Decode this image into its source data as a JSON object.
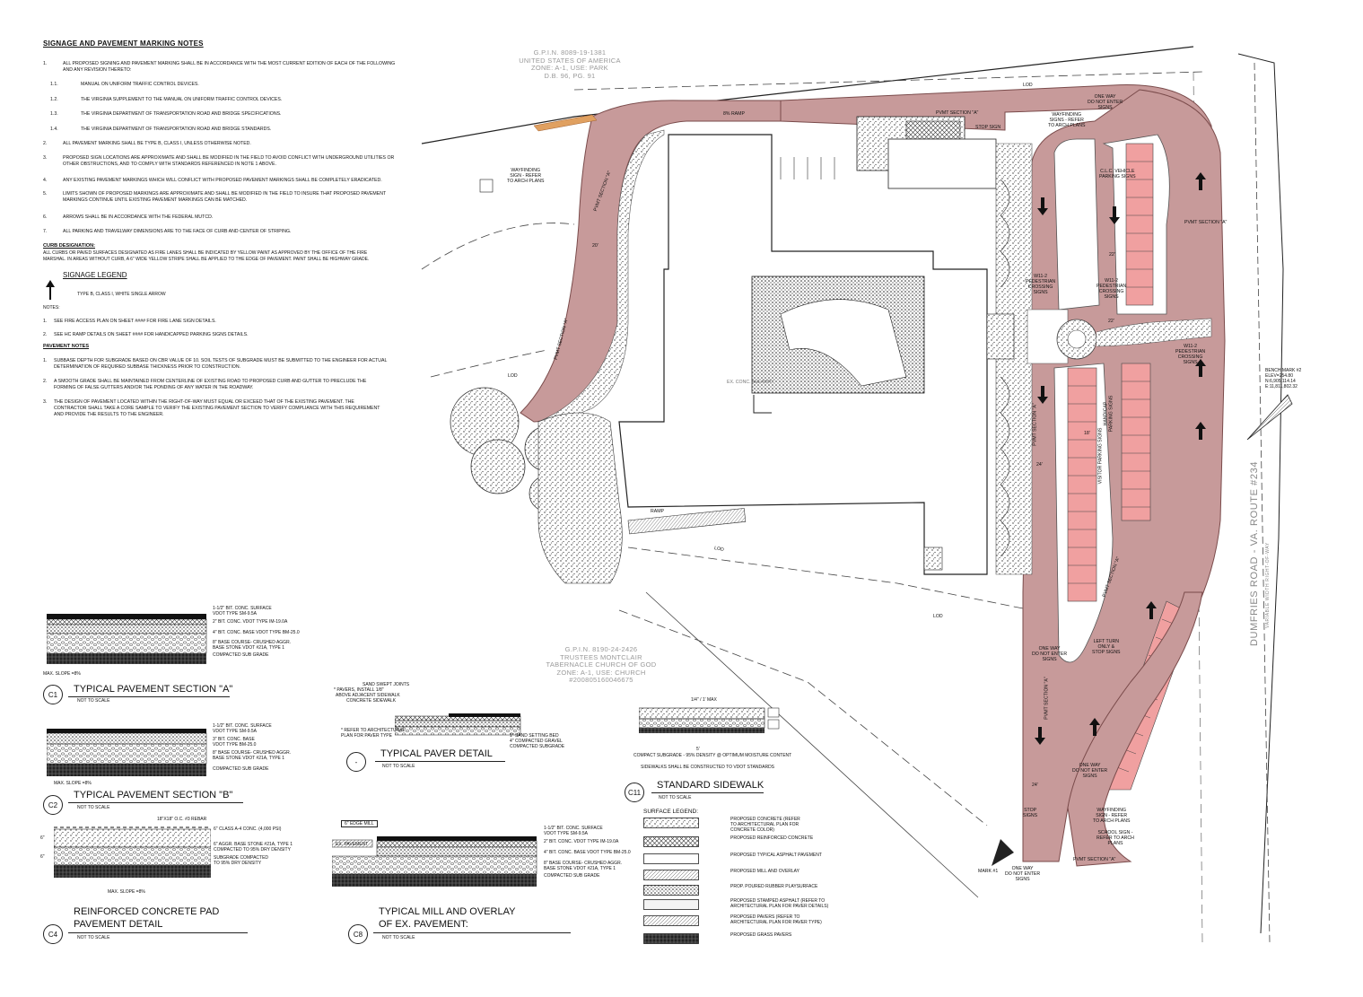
{
  "notes": {
    "title": "SIGNAGE AND PAVEMENT MARKING NOTES",
    "items": [
      {
        "num": "1.",
        "text": "ALL PROPOSED SIGNING AND PAVEMENT MARKING SHALL BE IN ACCORDANCE WITH THE MOST CURRENT EDITION OF EACH OF THE FOLLOWING",
        "text2": "AND ANY REVISION THERETO:"
      },
      {
        "num": "1.1.",
        "text": "MANUAL ON UNIFORM TRAFFIC CONTROL DEVICES."
      },
      {
        "num": "1.2.",
        "text": "THE VIRGINIA SUPPLEMENT TO THE MANUAL ON UNIFORM TRAFFIC CONTROL DEVICES."
      },
      {
        "num": "1.3.",
        "text": "THE VIRGINIA DEPARTMENT OF TRANSPORTATION ROAD AND BRIDGE SPECIFICATIONS."
      },
      {
        "num": "1.4.",
        "text": "THE VIRGINIA DEPARTMENT OF TRANSPORTATION ROAD AND BRIDGE STANDARDS."
      },
      {
        "num": "2.",
        "text": "ALL PAVEMENT MARKING SHALL BE TYPE B, CLASS I, UNLESS OTHERWISE NOTED."
      },
      {
        "num": "3.",
        "text": "PROPOSED SIGN LOCATIONS ARE APPROXIMATE AND SHALL BE MODIFIED IN THE FIELD TO AVOID CONFLICT WITH UNDERGROUND UTILITIES OR",
        "text2": "OTHER OBSTRUCTIONS, AND TO COMPLY WITH STANDARDS REFERENCED IN NOTE 1 ABOVE."
      },
      {
        "num": "4.",
        "text": "ANY EXISTING PAVEMENT MARKINGS WHICH WILL CONFLICT WITH PROPOSED PAVEMENT MARKINGS SHALL BE COMPLETELY ERADICATED."
      },
      {
        "num": "5.",
        "text": "LIMITS SHOWN OF PROPOSED MARKINGS ARE APPROXIMATE AND SHALL BE MODIFIED IN THE FIELD TO INSURE THAT PROPOSED PAVEMENT",
        "text2": "MARKINGS CONTINUE UNTIL EXISTING PAVEMENT MARKINGS CAN BE MATCHED."
      },
      {
        "num": "6.",
        "text": "ARROWS SHALL BE IN ACCORDANCE WITH THE FEDERAL MUTCD."
      },
      {
        "num": "7.",
        "text": "ALL PARKING AND TRAVELWAY DIMENSIONS ARE TO THE FACE OF CURB AND CENTER OF STRIPING."
      }
    ],
    "curb_title": "CURB DESIGNATION:",
    "curb_text1": "ALL CURBS OR PAVED SURFACES DESIGNATED AS FIRE LANES SHALL BE INDICATED BY YELLOW PAINT AS APPROVED BY THE OFFICE OF THE FIRE",
    "curb_text2": "MARSHAL. IN AREAS WITHOUT CURB, A 6\" WIDE YELLOW STRIPE SHALL BE APPLIED TO THE EDGE OF PAVEMENT. PAINT SHALL BE HIGHWAY GRADE.",
    "legend_title": "SIGNAGE LEGEND",
    "legend_arrow": "TYPE B, CLASS I, WHITE SINGLE ARROW",
    "notes_label": "NOTES:",
    "sub_notes": [
      {
        "num": "1.",
        "text": "SEE FIRE ACCESS PLAN ON SHEET #### FOR FIRE LANE SIGN DETAILS."
      },
      {
        "num": "2.",
        "text": "SEE HC RAMP DETAILS ON SHEET #### FOR HANDICAPPED PARKING SIGNS DETAILS."
      }
    ],
    "pavement_title": "PAVEMENT NOTES",
    "pavement_notes": [
      {
        "num": "1.",
        "text": "SUBBASE DEPTH FOR SUBGRADE BASED ON CBR VALUE OF 10. SOIL TESTS OF SUBGRADE MUST BE SUBMITTED TO THE ENGINEER FOR ACTUAL",
        "text2": "DETERMINATION OF REQUIRED SUBBASE THICKNESS PRIOR TO CONSTRUCTION."
      },
      {
        "num": "2.",
        "text": "A SMOOTH GRADE SHALL BE MAINTAINED FROM CENTERLINE OF EXISTING ROAD TO PROPOSED CURB AND GUTTER TO PRECLUDE THE",
        "text2": "FORMING OF FALSE GUTTERS AND/OR THE PONDING OF ANY WATER IN THE ROADWAY."
      },
      {
        "num": "3.",
        "text": "THE DESIGN OF PAVEMENT LOCATED WITHIN THE RIGHT-OF-WAY MUST EQUAL OR EXCEED THAT OF THE EXISTING PAVEMENT. THE",
        "text2": "CONTRACTOR SHALL TAKE A CORE SAMPLE TO VERIFY THE EXISTING PAVEMENT SECTION TO VERIFY COMPLIANCE WITH THIS REQUIREMENT",
        "text3": "AND PROVIDE THE RESULTS TO THE ENGINEER."
      }
    ]
  },
  "parcels": {
    "top": [
      "G.P.I.N. 8089-19-1381",
      "UNITED STATES OF AMERICA",
      "ZONE: A-1, USE: PARK",
      "D.B. 96, PG. 91"
    ],
    "bottom": [
      "G.P.I.N. 8190-24-2426",
      "TRUSTEES MONTCLAIR",
      "TABERNACLE CHURCH OF GOD",
      "ZONE: A-1, USE: CHURCH",
      "#200805160046675"
    ]
  },
  "road": {
    "name": "DUMFRIES ROAD - VA. ROUTE #234",
    "sub": "VARIABLE WIDTH RIGHT-OF-WAY"
  },
  "benchmark": [
    "BENCH MARK #2",
    "ELEV=254.80",
    "N:6,905,114.14",
    "E:11,811,802.32"
  ],
  "plan_labels": {
    "ramp": "8% RAMP",
    "pvmt_a": "PVMT SECTION \"A\"",
    "pvmt_b": "PVMT SECTION \"B\"",
    "stop_sign": "STOP SIGN",
    "wayfinding": [
      "WAYFINDING",
      "SIGN - REFER",
      "TO ARCH PLANS"
    ],
    "wayfinding_signs": [
      "WAYFINDING",
      "SIGNS - REFER",
      "TO ARCH PLANS"
    ],
    "one_way": [
      "ONE WAY",
      "DO NOT ENTER",
      "SIGNS"
    ],
    "clc_vehicle": [
      "C.L.C. VEHICLE",
      "PARKING SIGNS"
    ],
    "w11_2": [
      "W11-2",
      "PEDESTRIAN",
      "CROSSING",
      "SIGNS"
    ],
    "handicap": [
      "HANDICAP",
      "PARKING SIGNS"
    ],
    "visitor": "VISITOR PARKING SIGNS",
    "left_turn": [
      "LEFT TURN",
      "ONLY &",
      "STOP SIGNS"
    ],
    "stop_signs": [
      "STOP",
      "SIGNS"
    ],
    "school_sign": [
      "SCHOOL SIGN -",
      "REFER TO ARCH",
      "PLANS"
    ],
    "areaway": "EX. CONC. AREAWAY",
    "ramp_label": "RAMP",
    "lod": "LOD",
    "dim_20": "20'",
    "dim_22": "22'",
    "dim_24": "24'",
    "dim_18": "18'",
    "mark": "MARK #1"
  },
  "details": {
    "c1": {
      "id": "C1",
      "title": "TYPICAL PAVEMENT SECTION \"A\"",
      "nts": "NOT TO SCALE",
      "slope": "MAX. SLOPE =8%",
      "layers": [
        "1-1/2\" BIT. CONC. SURFACE",
        "VDOT TYPE SM-9.5A",
        "2\" BIT. CONC. VDOT TYPE IM-19.0A",
        "4\" BIT. CONC. BASE VDOT TYPE BM-25.0",
        "8\" BASE COURSE- CRUSHED AGGR.",
        "BASE STONE VDOT #21A, TYPE 1",
        "COMPACTED SUB GRADE"
      ]
    },
    "c2": {
      "id": "C2",
      "title": "TYPICAL PAVEMENT SECTION \"B\"",
      "nts": "NOT TO SCALE",
      "slope": "MAX. SLOPE =8%",
      "layers": [
        "1-1/2\" BIT. CONC. SURFACE",
        "VDOT TYPE SM-9.5A",
        "3\" BIT. CONC. BASE",
        "VDOT TYPE BM-25.0",
        "8\" BASE COURSE- CRUSHED AGGR.",
        "BASE STONE VDOT #21A, TYPE 1",
        "COMPACTED SUB GRADE"
      ]
    },
    "c4": {
      "id": "C4",
      "title1": "REINFORCED CONCRETE PAD",
      "title2": "PAVEMENT DETAIL",
      "nts": "NOT TO SCALE",
      "slope": "MAX. SLOPE =8%",
      "rebar": "18\"X18\" O.C. #3 REBAR",
      "dim": "6\"",
      "layers": [
        "6\" CLASS A-4 CONC. (4,000 PSI)",
        "6\" AGGR. BASE STONE #21A, TYPE 1",
        "COMPACTED TO 95% DRY DENSITY",
        "SUBGRADE COMPACTED",
        "TO 95% DRY DENSITY"
      ]
    },
    "c8": {
      "id": "C8",
      "title1": "TYPICAL MILL AND OVERLAY",
      "title2": "OF EX. PAVEMENT:",
      "nts": "NOT TO SCALE",
      "edge": "6\" EDGE MILL",
      "ex": "EX. PAVEMENT",
      "layers": [
        "1-1/2\" BIT. CONC. SURFACE",
        "VDOT TYPE SM-9.5A",
        "2\" BIT. CONC. VDOT TYPE IM-19.0A",
        "4\" BIT. CONC. BASE VDOT TYPE BM-25.0",
        "8\" BASE COURSE- CRUSHED AGGR.",
        "BASE STONE VDOT #21A, TYPE 1",
        "COMPACTED SUB GRADE"
      ]
    },
    "paver": {
      "id": "-",
      "title": "TYPICAL PAVER DETAIL",
      "nts": "NOT TO SCALE",
      "left": [
        "SAND SWEPT JOINTS",
        "* PAVERS, INSTALL 1/8\"",
        "ABOVE ADJACENT SIDEWALK",
        "CONCRETE SIDEWALK"
      ],
      "ref": [
        "* REFER TO ARCHITECTURAL",
        "PLAN FOR PAVER TYPE"
      ],
      "right": [
        "1\" SAND SETTING BED",
        "4\" COMPACTED GRAVEL",
        "COMPACTED SUBGRADE"
      ]
    },
    "c11": {
      "id": "C11",
      "title": "STANDARD SIDEWALK",
      "nts": "NOT TO SCALE",
      "top": "1/4\" / 1' MAX",
      "width": "5'",
      "note1": "COMPACT SUBGRADE - 95% DENSITY @ OPTIMUM MOISTURE CONTENT",
      "note2": "SIDEWALKS SHALL BE CONSTRUCTED TO VDOT STANDARDS"
    }
  },
  "surface_legend": {
    "title": "SURFACE LEGEND:",
    "items": [
      [
        "PROPOSED CONCRETE (REFER",
        "TO ARCHITECTURAL PLAN FOR",
        "CONCRETE COLOR)"
      ],
      [
        "PROPOSED REINFORCED CONCRETE"
      ],
      [
        "PROPOSED TYPICAL ASPHALT PAVEMENT"
      ],
      [
        "PROPOSED MILL AND OVERLAY"
      ],
      [
        "PROP. POURED RUBBER PLAYSURFACE"
      ],
      [
        "PROPOSED STAMPED ASPHALT (REFER TO",
        "ARCHITECTURAL PLAN FOR PAVER DETAILS)"
      ],
      [
        "PROPOSED PAVERS (REFER TO",
        "ARCHITECTURAL PLAN FOR PAVER TYPE)"
      ],
      [
        "PROPOSED GRASS PAVERS"
      ]
    ]
  },
  "colors": {
    "asphalt": "#c79a9a",
    "asphalt_edge": "#7a4b4b",
    "parking": "#f0a0a0",
    "line": "#222222",
    "gray_text": "#999999"
  }
}
